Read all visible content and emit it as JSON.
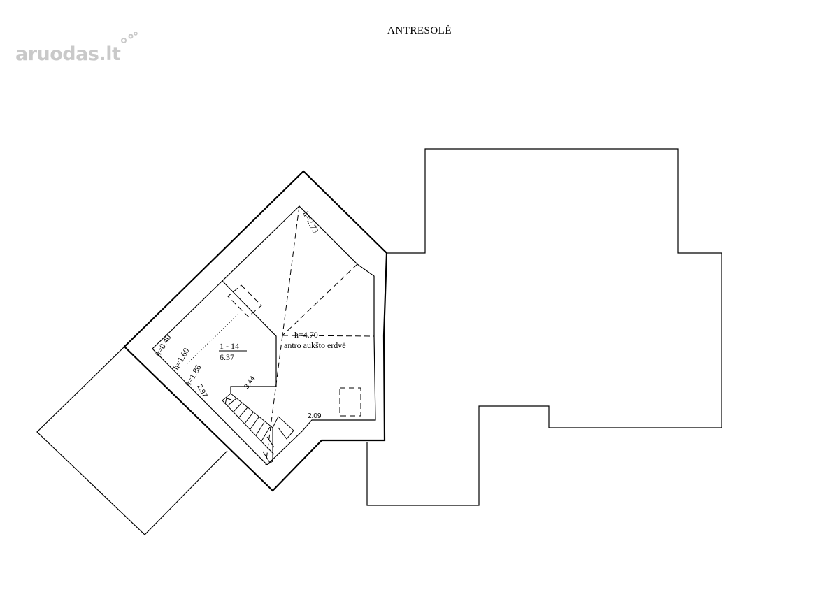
{
  "title": "ANTRESOLĖ",
  "logo": {
    "text": "aruodas",
    "suffix": ".lt"
  },
  "room": {
    "number": "1 - 14",
    "area": "6.37"
  },
  "labels": {
    "height_ridge": "h=2.73",
    "height_center": "h=4.70",
    "second_floor_space": "antro aukšto erdvė",
    "height_040": "h=0.40",
    "height_160": "h=1.60",
    "height_186": "h=1.86"
  },
  "dimensions": {
    "d344": "3.44",
    "d297": "2.97",
    "d209": "2.09"
  },
  "colors": {
    "line": "#000000",
    "logo": "#c9c9c9",
    "background": "#ffffff"
  }
}
